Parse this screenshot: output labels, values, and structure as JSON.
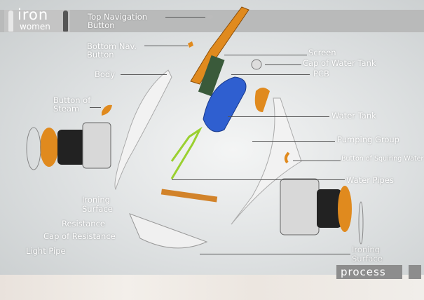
{
  "logo": {
    "line1": "iron",
    "line2": "women"
  },
  "labels": {
    "top_nav": "Top Navigation Button",
    "bottom_nav": "Bottom Nav. Button",
    "body": "Body",
    "button_steam": "Button of Steam",
    "screen": "Screen",
    "cap_water_tank": "Cap of Water Tank",
    "pcb": "PCB",
    "water_tank": "Water Tank",
    "pumping_group": "Pumping Group",
    "button_squiring": "Button of Squiring Water",
    "water_pipes": "Water Pipes",
    "ironing_surface_left": "Ironing Surface",
    "resistance": "Resistance",
    "cap_resistance": "Cap of Resistance",
    "light_pipe": "Light Pipe",
    "ironing_surface_right": "Ironing Surface"
  },
  "process_button": "process",
  "colors": {
    "accent": "#e08a1e",
    "tank": "#2f5fd0",
    "band": "#b9baba"
  }
}
